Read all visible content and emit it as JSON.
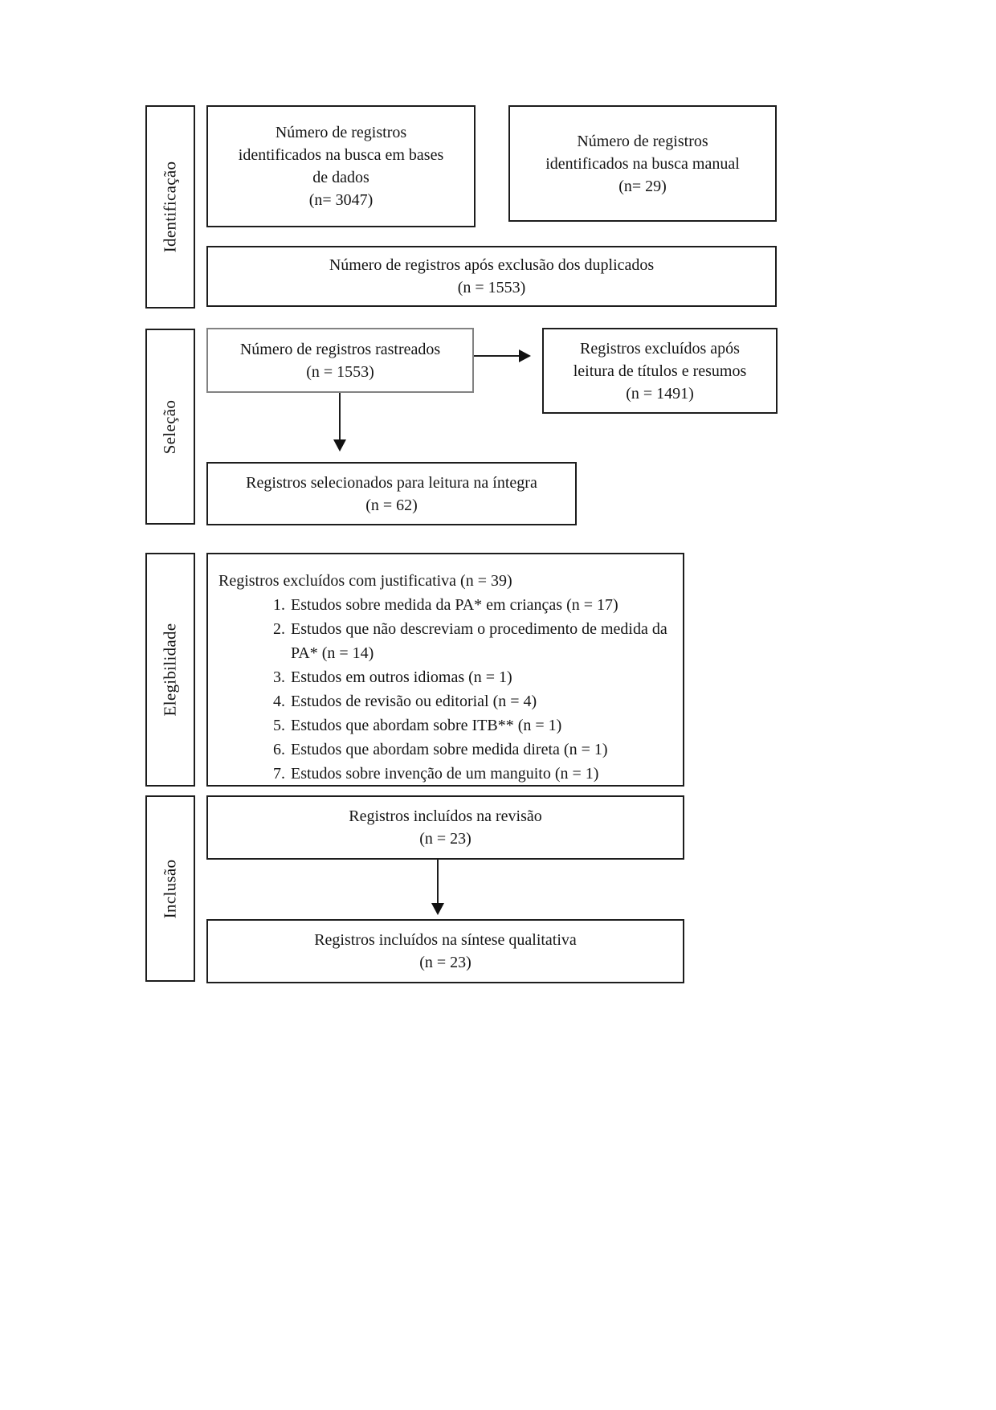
{
  "flowchart": {
    "title_semantic": "PRISMA flow diagram (Portuguese)",
    "phases": [
      {
        "label": "Identificação"
      },
      {
        "label": "Seleção"
      },
      {
        "label": "Elegibilidade"
      },
      {
        "label": "Inclusão"
      }
    ],
    "boxes": {
      "db_search": {
        "lines": [
          "Número de registros",
          "identificados na busca em bases",
          "de dados",
          "(n= 3047)"
        ]
      },
      "manual_search": {
        "lines": [
          "Número de registros",
          "identificados na busca manual",
          "(n= 29)"
        ]
      },
      "after_duplicates": {
        "lines": [
          "Número de registros após exclusão dos duplicados",
          "(n = 1553)"
        ]
      },
      "screened": {
        "lines": [
          "Número de registros rastreados",
          "(n = 1553)"
        ]
      },
      "excluded_screening": {
        "lines": [
          "Registros excluídos após",
          "leitura de títulos e resumos",
          "(n = 1491)"
        ]
      },
      "fulltext_selected": {
        "lines": [
          "Registros selecionados para leitura na íntegra",
          "(n = 62)"
        ]
      },
      "excluded_reasons": {
        "header": "Registros excluídos com justificativa (n = 39)",
        "items": [
          "Estudos sobre medida da PA* em crianças (n = 17)",
          "Estudos que não descreviam o procedimento de medida da PA* (n = 14)",
          "Estudos em outros idiomas (n = 1)",
          "Estudos de revisão ou editorial (n = 4)",
          "Estudos que abordam sobre ITB** (n = 1)",
          "Estudos que abordam sobre medida direta (n = 1)",
          "Estudos sobre invenção de um manguito (n = 1)"
        ]
      },
      "included_review": {
        "lines": [
          "Registros incluídos na revisão",
          "(n = 23)"
        ]
      },
      "included_synthesis": {
        "lines": [
          "Registros incluídos na síntese qualitativa",
          "(n = 23)"
        ]
      }
    },
    "colors": {
      "background": "#ffffff",
      "box_border": "#1d1d1d",
      "screened_box_border": "#828282",
      "text": "#161616"
    }
  }
}
